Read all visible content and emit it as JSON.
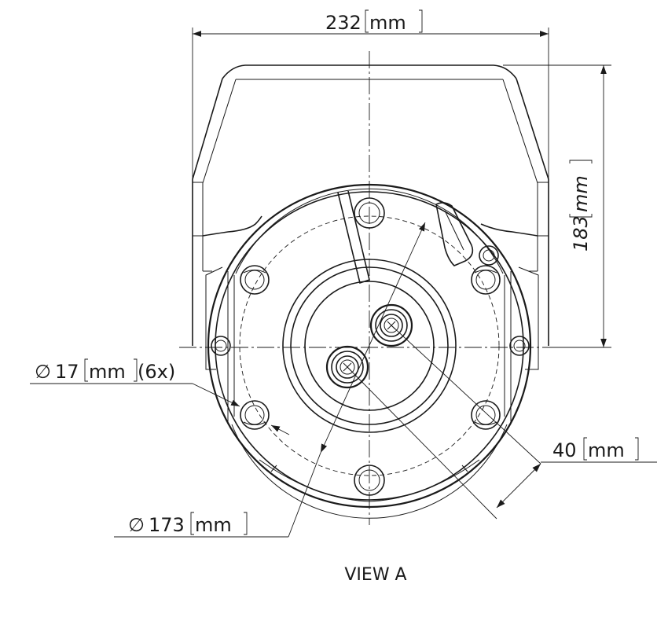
{
  "drawing": {
    "view_label": "VIEW A",
    "dimensions": {
      "width": {
        "value": "232",
        "unit": "mm"
      },
      "height": {
        "value": "183",
        "unit": "mm"
      },
      "hole_diameter": {
        "symbol": "∅",
        "value": "17",
        "unit": "mm",
        "qty": "(6x)"
      },
      "bolt_circle": {
        "symbol": "∅",
        "value": "173",
        "unit": "mm"
      },
      "offset": {
        "value": "40",
        "unit": "mm"
      }
    }
  }
}
